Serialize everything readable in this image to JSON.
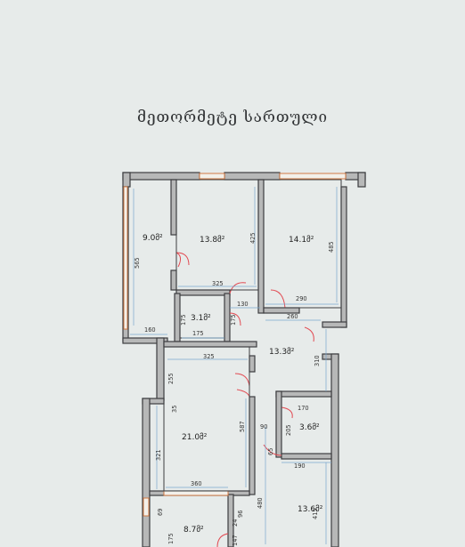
{
  "title": "მეთორმეტე სართული",
  "rooms": [
    {
      "id": "r1",
      "area": "9.0მ²"
    },
    {
      "id": "r2",
      "area": "13.8მ²"
    },
    {
      "id": "r3",
      "area": "14.1მ²"
    },
    {
      "id": "r4",
      "area": "3.1მ²"
    },
    {
      "id": "r5",
      "area": "13.3მ²"
    },
    {
      "id": "r6",
      "area": "21.0მ²"
    },
    {
      "id": "r7",
      "area": "3.6მ²"
    },
    {
      "id": "r8",
      "area": "13.6მ²"
    },
    {
      "id": "r9",
      "area": "8.7მ²"
    }
  ],
  "dimensions": [
    "565",
    "425",
    "485",
    "325",
    "290",
    "130",
    "260",
    "160",
    "175",
    "175",
    "175",
    "325",
    "310",
    "255",
    "35",
    "587",
    "170",
    "90",
    "205",
    "65",
    "321",
    "190",
    "360",
    "69",
    "96",
    "24",
    "480",
    "415",
    "175",
    "147"
  ]
}
